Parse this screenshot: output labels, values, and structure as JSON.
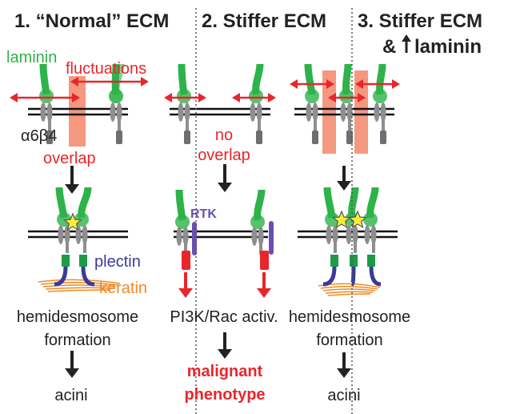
{
  "panels": [
    {
      "title": "1. “Normal” ECM",
      "result": [
        "hemidesmosome",
        "formation"
      ],
      "outcome": "acini"
    },
    {
      "title": "2. Stiffer ECM",
      "result": [
        "PI3K/Rac activ."
      ],
      "outcome": [
        "malignant",
        "phenotype"
      ]
    },
    {
      "title": "3. Stiffer ECM",
      "subtitle_prefix": "& ",
      "subtitle_icon": "up-arrow",
      "subtitle_word": "laminin",
      "result": [
        "hemidesmosome",
        "formation"
      ],
      "outcome": "acini"
    }
  ],
  "labels": {
    "laminin": "laminin",
    "fluctuations": "fluctuations",
    "integrin": "α6β4",
    "overlap": "overlap",
    "no_overlap": [
      "no",
      "overlap"
    ],
    "rtk": "RTK",
    "plectin": "plectin",
    "keratin": "keratin"
  },
  "colors": {
    "laminin": "#2db34a",
    "fluct": "#e8262b",
    "overlap_band": "#f3866a",
    "integrin": "#8e8e90",
    "plectin": "#3b3a9a",
    "keratin": "#f08a24",
    "rtk": "#6a4fb0",
    "star": "#f4ee3a",
    "text": "#222222"
  }
}
